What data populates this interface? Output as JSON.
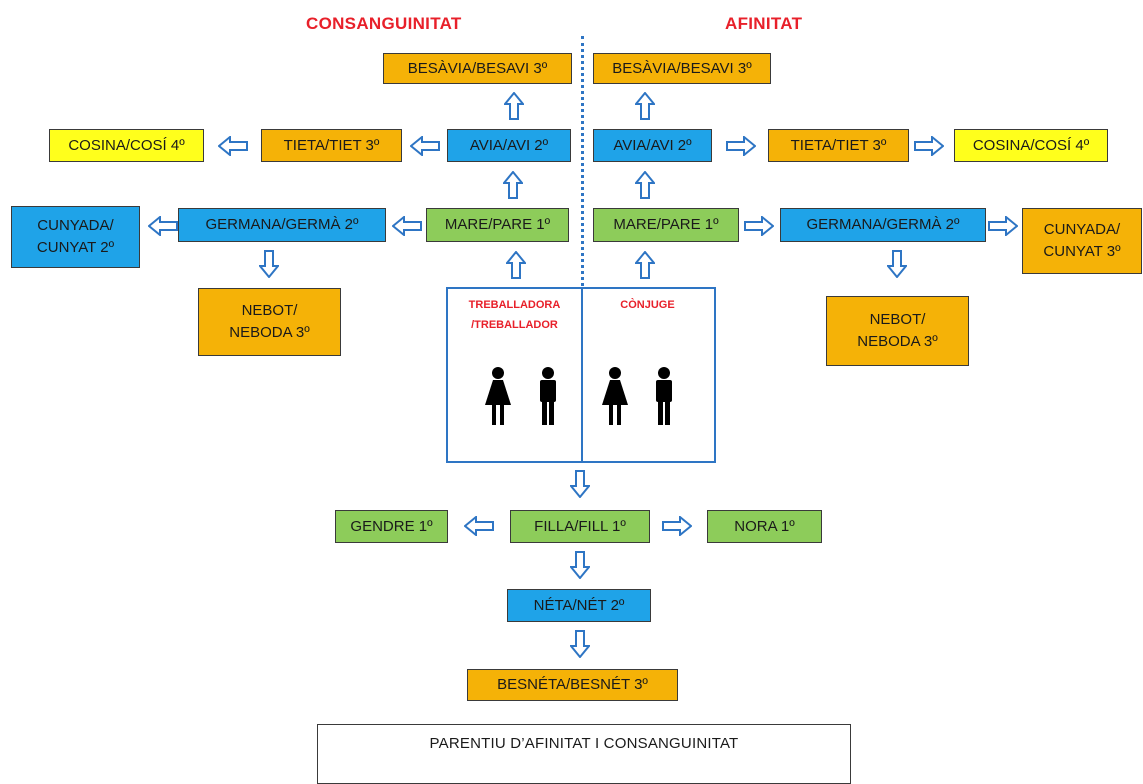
{
  "headings": {
    "left": "CONSANGUINITAT",
    "right": "AFINITAT"
  },
  "nodes": {
    "besavia_left": "BESÀVIA/BESAVI 3º",
    "besavia_right": "BESÀVIA/BESAVI 3º",
    "cosina_left": "COSINA/COSÍ 4º",
    "tieta_left": "TIETA/TIET 3º",
    "avia_left": "AVIA/AVI 2º",
    "avia_right": "AVIA/AVI 2º",
    "tieta_right": "TIETA/TIET 3º",
    "cosina_right": "COSINA/COSÍ 4º",
    "cunyada_left": "CUNYADA/\nCUNYAT 2º",
    "germana_left": "GERMANA/GERMÀ 2º",
    "mare_left": "MARE/PARE 1º",
    "mare_right": "MARE/PARE 1º",
    "germana_right": "GERMANA/GERMÀ 2º",
    "cunyada_right": "CUNYADA/\nCUNYAT 3º",
    "nebot_left": "NEBOT/\nNEBODA 3º",
    "nebot_right": "NEBOT/\nNEBODA 3º",
    "gendre": "GENDRE 1º",
    "filla": "FILLA/FILL 1º",
    "nora": "NORA 1º",
    "neta": "NÉTA/NÉT 2º",
    "besneta": "BESNÉTA/BESNÉT 3º"
  },
  "couple": {
    "left_label": "TREBALLADORA\n/TREBALLADOR",
    "right_label": "CÒNJUGE"
  },
  "caption": "PARENTIU D’AFINITAT I CONSANGUINITAT",
  "colors": {
    "heading": "#e8202a",
    "orange": "#f5b207",
    "blue": "#1fa3e8",
    "green": "#8dcc5a",
    "yellow": "#ffff1c",
    "arrow": "#2e75c4"
  }
}
